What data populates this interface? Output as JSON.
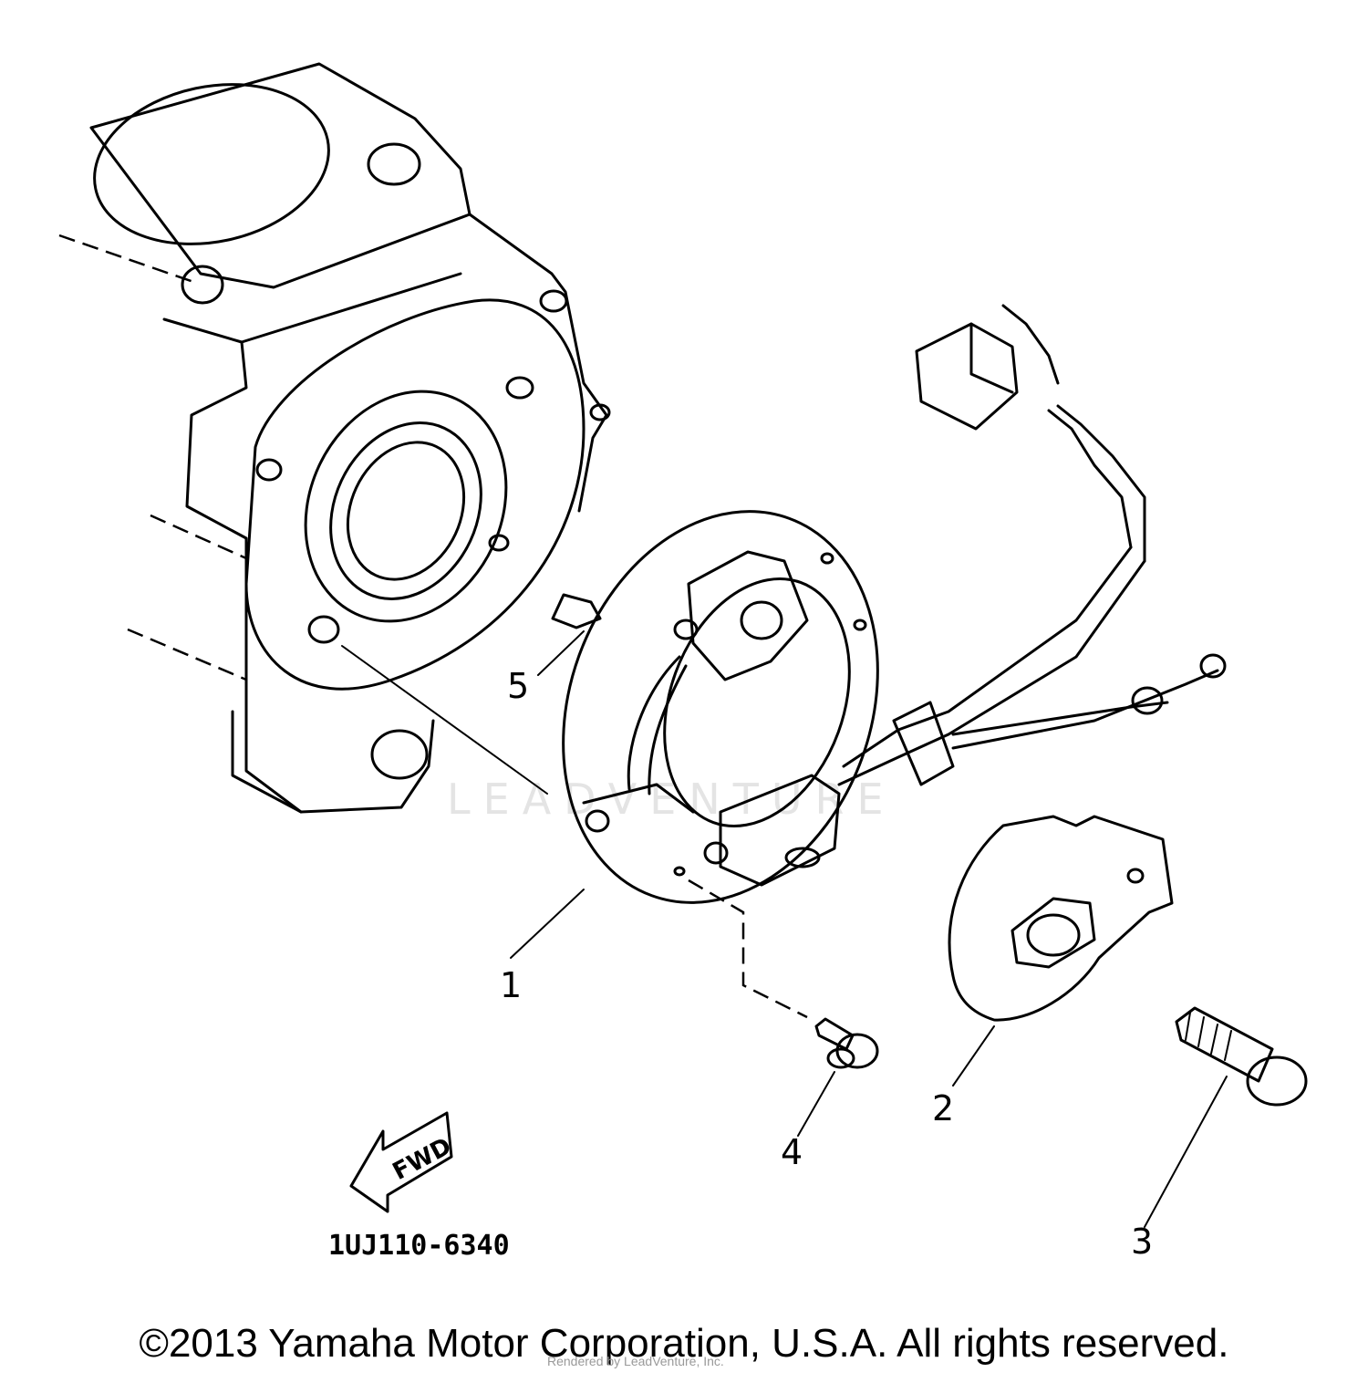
{
  "diagram": {
    "part_labels": [
      {
        "id": "1",
        "text": "1"
      },
      {
        "id": "2",
        "text": "2"
      },
      {
        "id": "3",
        "text": "3"
      },
      {
        "id": "4",
        "text": "4"
      },
      {
        "id": "5",
        "text": "5"
      }
    ],
    "direction_marker": "FWD",
    "drawing_code": "1UJ110-6340",
    "watermark": "LEADVENTURE"
  },
  "footer": {
    "copyright": "©2013 Yamaha Motor Corporation, U.S.A. All rights reserved.",
    "rendered_by": "Rendered by LeadVenture, Inc."
  }
}
